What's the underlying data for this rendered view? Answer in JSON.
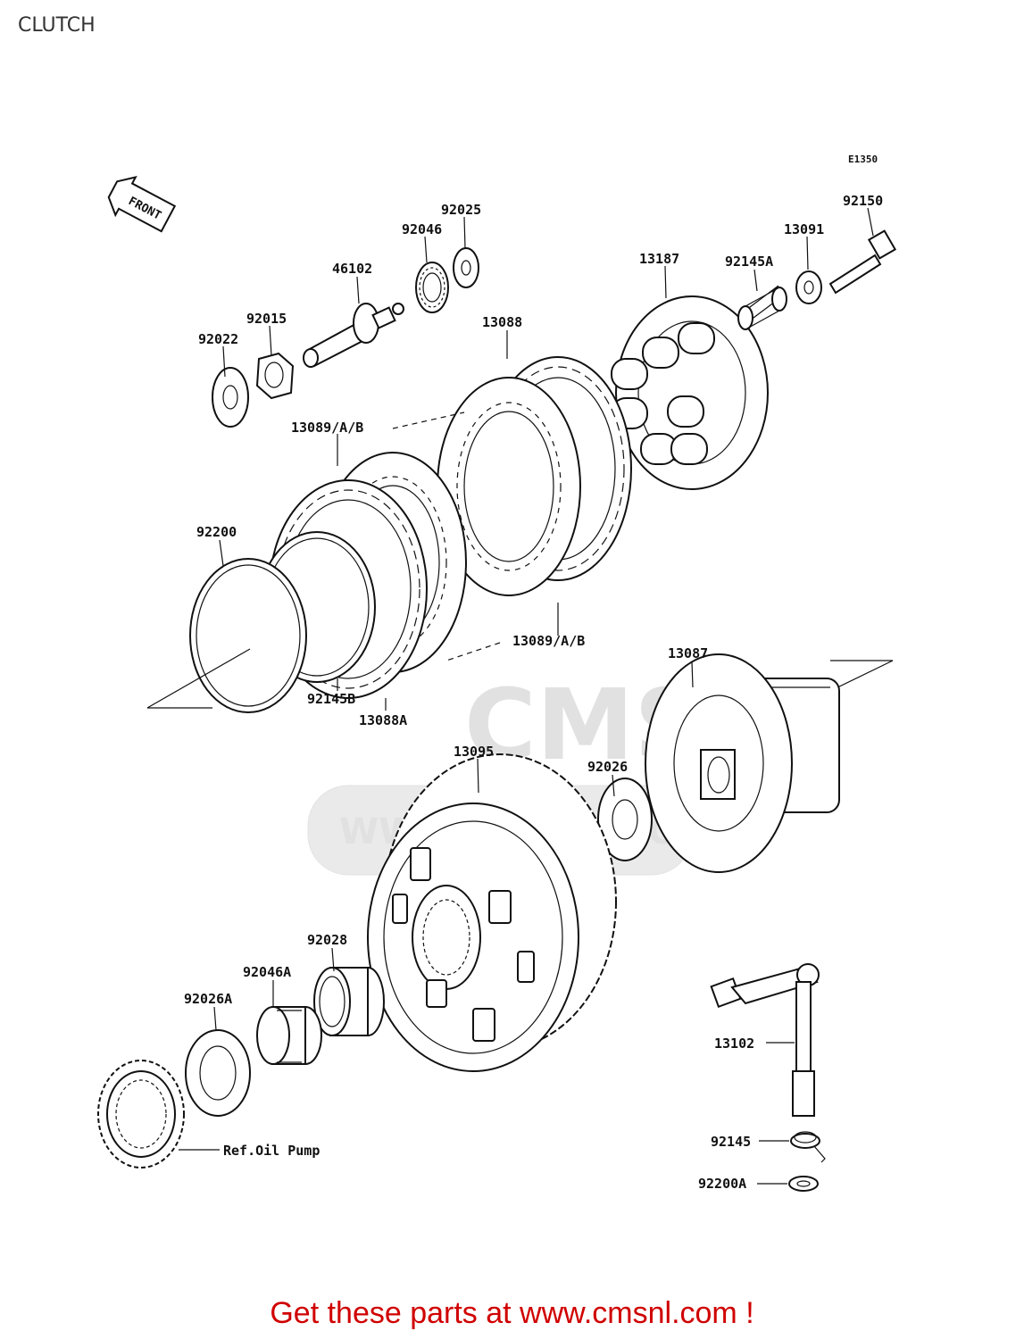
{
  "title": "CLUTCH",
  "diagram_code": "E1350",
  "front_label": "FRONT",
  "watermark": "CMS",
  "watermark_url": "WWW.CMSNL.COM",
  "parts": {
    "p92022": "92022",
    "p92015": "92015",
    "p46102": "46102",
    "p92046": "92046",
    "p92025": "92025",
    "p13088": "13088",
    "p13187": "13187",
    "p92145A": "92145A",
    "p13091": "13091",
    "p92150": "92150",
    "p13089_top": "13089/A/B",
    "p13089_bottom": "13089/A/B",
    "p92200": "92200",
    "p92145B": "92145B",
    "p13088A": "13088A",
    "p13087": "13087",
    "p13095": "13095",
    "p92026": "92026",
    "p92028": "92028",
    "p92046A": "92046A",
    "p92026A": "92026A",
    "ref_oil_pump": "Ref.Oil Pump",
    "p13102": "13102",
    "p92145": "92145",
    "p92200A": "92200A"
  },
  "footer": "Get these parts at www.cmsnl.com !",
  "colors": {
    "footer_text": "#d00000",
    "line": "#111111",
    "watermark": "#e0e0e0"
  }
}
